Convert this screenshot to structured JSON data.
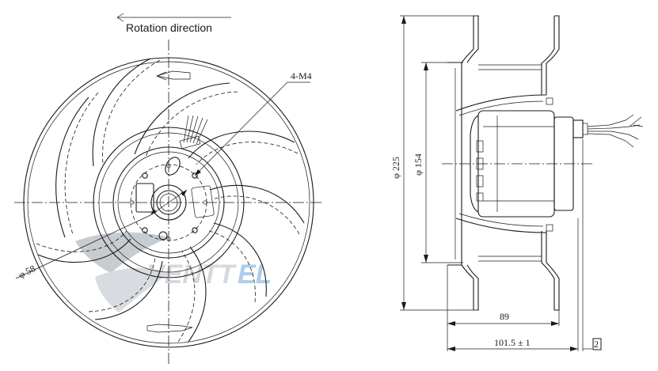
{
  "front_view": {
    "rotation_label": "Rotation direction",
    "thread_label": "4-M4",
    "shaft_diameter_label": "φ 58"
  },
  "side_view": {
    "outer_diameter_label": "φ 225",
    "inner_diameter_label": "φ 154",
    "depth_label": "89",
    "overall_length_label": "101.5 ± 1",
    "flange_label": "2"
  },
  "watermark": {
    "text": "VENTTEL",
    "colors": {
      "gray": "#9aa3ad",
      "blue": "#3f86c6"
    }
  }
}
